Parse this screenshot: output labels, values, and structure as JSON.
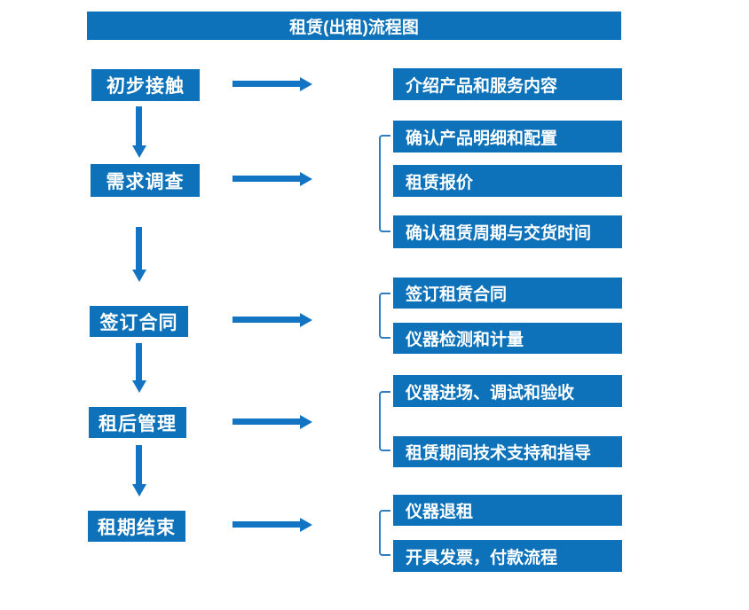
{
  "title": "租赁(出租)流程图",
  "colors": {
    "primary": "#0d72b9",
    "arrow": "#1274c2",
    "bracket": "#2f7dc0"
  },
  "steps": [
    {
      "label": "初步接触",
      "details": [
        "介绍产品和服务内容"
      ]
    },
    {
      "label": "需求调查",
      "details": [
        "确认产品明细和配置",
        "租赁报价",
        "确认租赁周期与交货时间"
      ]
    },
    {
      "label": "签订合同",
      "details": [
        "签订租赁合同",
        "仪器检测和计量"
      ]
    },
    {
      "label": "租后管理",
      "details": [
        "仪器进场、调试和验收",
        "租赁期间技术支持和指导"
      ]
    },
    {
      "label": "租期结束",
      "details": [
        "仪器退租",
        "开具发票，付款流程"
      ]
    }
  ]
}
